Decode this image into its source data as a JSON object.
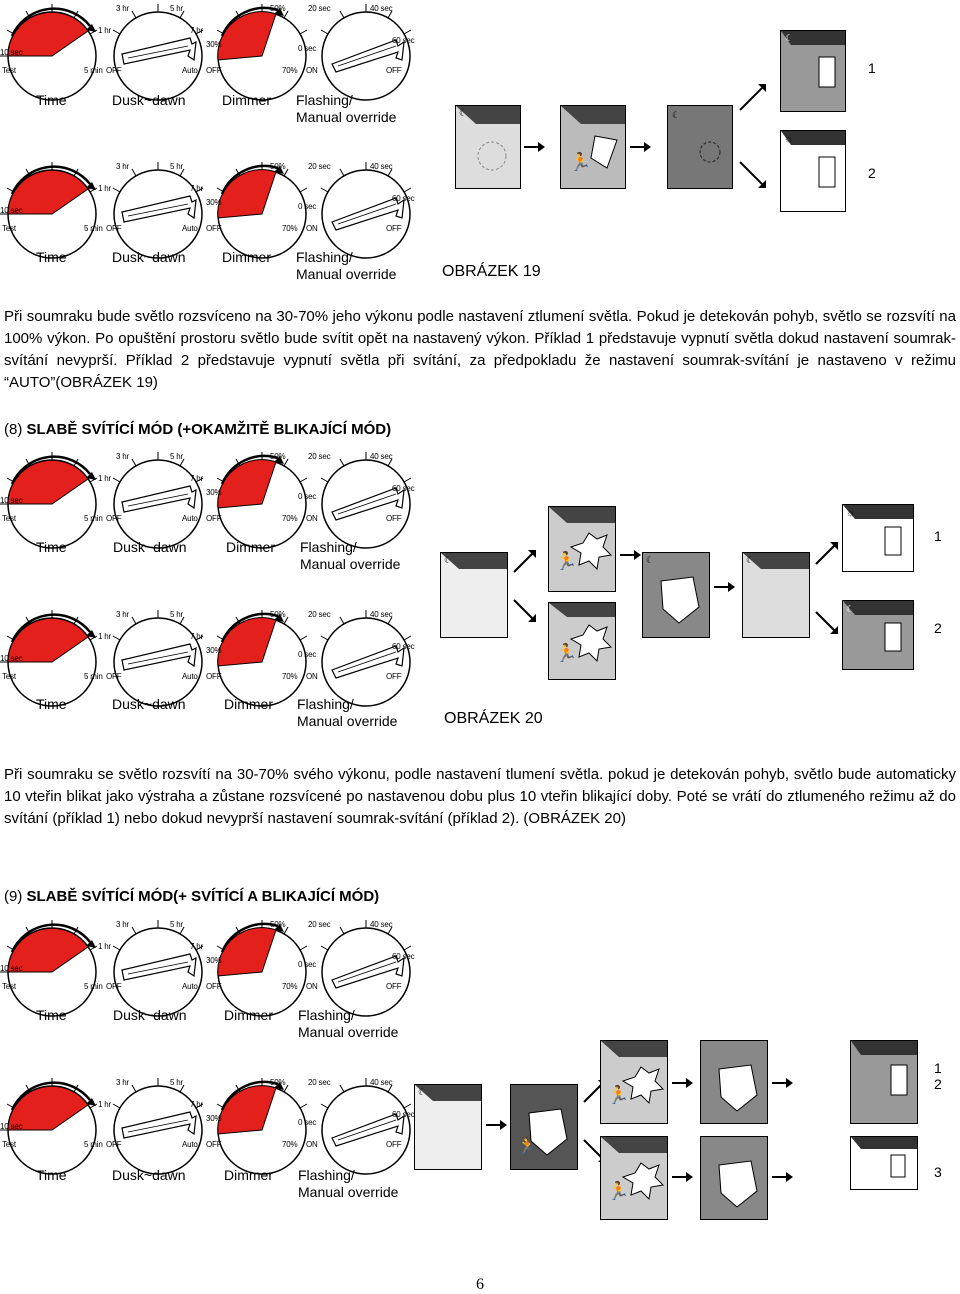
{
  "dial_labels": {
    "time": {
      "test": "Test",
      "ten_sec": "10 sec",
      "one_hr": "1 hr",
      "three_hr": "3 hr",
      "five_hr": "5 hr",
      "five_min": "5 min"
    },
    "dusk": {
      "seven_hr": "7 hr",
      "off": "OFF",
      "auto": "Auto"
    },
    "dimmer": {
      "fifty": "50%",
      "thirty": "30%",
      "off": "OFF",
      "seventy": "70%"
    },
    "flash": {
      "twenty": "20 sec",
      "forty": "40 sec",
      "zero": "0 sec",
      "sixty": "60 sec",
      "on": "ON",
      "off": "OFF"
    }
  },
  "captions": {
    "time": "Time",
    "dusk": "Dusk~dawn",
    "dimmer": "Dimmer",
    "flash_line1": "Flashing/",
    "flash_line2": "Manual override"
  },
  "figures": {
    "fig19": "OBRÁZEK 19",
    "fig20": "OBRÁZEK 20"
  },
  "numbers": {
    "n1": "1",
    "n2": "2",
    "n3": "3"
  },
  "paragraphs": {
    "p1": "Při soumraku bude světlo rozsvíceno na 30-70% jeho výkonu podle nastavení ztlumení světla. Pokud je detekován pohyb, světlo se rozsvítí na 100% výkon. Po opuštění prostoru světlo bude svítit opět na nastavený výkon. Příklad 1 představuje vypnutí světla dokud nastavení soumrak-svítání nevyprší. Příklad 2 představuje vypnutí světla při svítání, za předpokladu že nastavení soumrak-svítání je nastaveno v režimu “AUTO”(OBRÁZEK 19)",
    "p2": "Při soumraku se světlo rozsvítí na 30-70% svého výkonu, podle nastavení tlumení světla. pokud je detekován pohyb, světlo bude automaticky 10 vteřin blikat jako výstraha a zůstane rozsvícené po nastavenou dobu plus 10 vteřin blikající doby. Poté se vrátí do ztlumeného režimu až do svítání (příklad 1) nebo dokud nevyprší nastavení soumrak-svítání (příklad 2). (OBRÁZEK 20)"
  },
  "headings": {
    "h8_prefix": "(8) ",
    "h8_bold": "SLABĚ SVÍTÍCÍ MÓD (+OKAMŽITĚ BLIKAJÍCÍ MÓD)",
    "h9_prefix": "(9) ",
    "h9_bold": "SLABĚ SVÍTÍCÍ MÓD(+ SVÍTÍCÍ A BLIKAJÍCÍ MÓD)"
  },
  "page_number": "6",
  "colors": {
    "dial_red": "#e4201c",
    "arrow_white": "#ffffff",
    "panel_grey": "#9a9a9a"
  },
  "icons": [
    "moon-icon",
    "sun-icon",
    "person-running-icon",
    "burst-icon",
    "house-icon",
    "arrow-icon"
  ]
}
